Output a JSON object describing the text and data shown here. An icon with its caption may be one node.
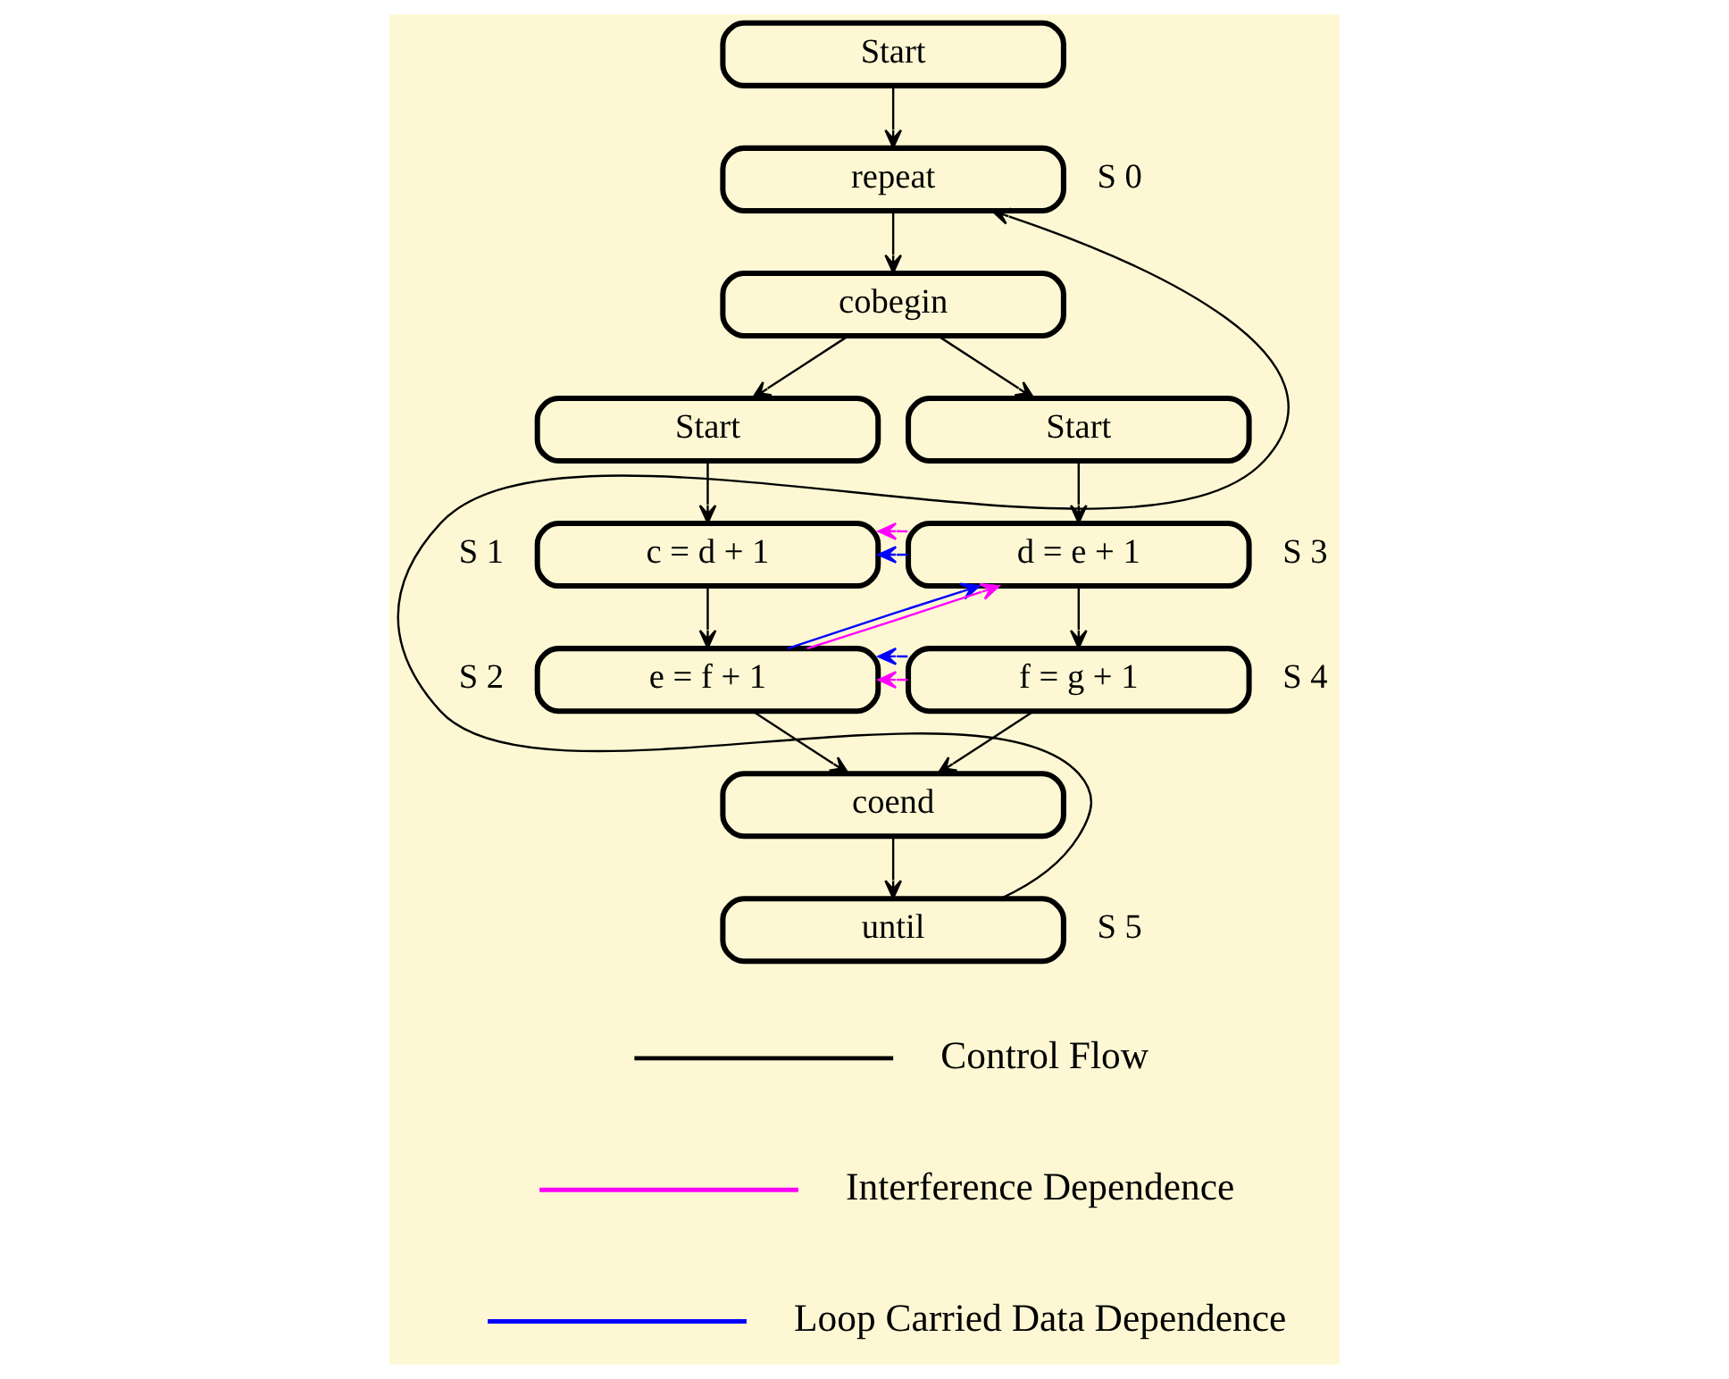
{
  "diagram": {
    "nodes": [
      {
        "text": [
          "Start"
        ]
      },
      {
        "text": [
          "repeat"
        ],
        "beside": [
          "S 0"
        ]
      },
      {
        "text": [
          "cobegin"
        ]
      },
      {
        "text": [
          "Start"
        ]
      },
      {
        "text": [
          "Start"
        ]
      },
      {
        "text": [
          "c = d + 1"
        ],
        "beside": [
          "S 1"
        ]
      },
      {
        "text": [
          "d = e + 1"
        ],
        "beside": [
          "S 3"
        ]
      },
      {
        "text": [
          "e = f + 1"
        ],
        "beside": [
          "S 2"
        ]
      },
      {
        "text": [
          "f = g + 1"
        ],
        "beside": [
          "S 4"
        ]
      },
      {
        "text": [
          "coend"
        ]
      },
      {
        "text": [
          "until"
        ],
        "beside": [
          "S 5"
        ]
      }
    ],
    "edges": [
      {
        "from": 0,
        "to": 1,
        "arrow": "to"
      },
      {
        "from": 1,
        "to": 2,
        "arrow": "to"
      },
      {
        "from": 2,
        "to": 3,
        "arrow": "to"
      },
      {
        "from": 2,
        "to": 4,
        "arrow": "to"
      },
      {
        "from": 3,
        "to": 5,
        "arrow": "to"
      },
      {
        "from": 4,
        "to": 6,
        "arrow": "to"
      },
      {
        "from": 5,
        "to": 7,
        "arrow": "to"
      },
      {
        "from": 6,
        "to": 8,
        "arrow": "to"
      },
      {
        "from": 7,
        "to": 9,
        "arrow": "to"
      },
      {
        "from": 8,
        "to": 9,
        "arrow": "to"
      },
      {
        "from": 9,
        "to": 10,
        "arrow": "to"
      },
      {
        "from": 10,
        "to": 1,
        "arrow": "to"
      },
      {
        "from": 6,
        "to": 5,
        "arrow": "to",
        "color": "#0000ff"
      },
      {
        "from": 6,
        "to": 5,
        "arrow": "to",
        "color": "#ff00ff"
      },
      {
        "from": 7,
        "to": 6,
        "arrow": "to",
        "color": "#0000ff"
      },
      {
        "from": 7,
        "to": 6,
        "arrow": "to",
        "color": "#ff00ff"
      },
      {
        "from": 8,
        "to": 7,
        "arrow": "to",
        "color": "#ff00ff"
      },
      {
        "from": 8,
        "to": 7,
        "arrow": "to",
        "color": "#0000ff"
      }
    ],
    "legend": [
      {
        "text": "Control Flow",
        "color": "#000000"
      },
      {
        "text": "Interference Dependence",
        "color": "#ff00ff"
      },
      {
        "text": "Loop Carried Data Dependence",
        "color": "#0000ff"
      }
    ]
  }
}
